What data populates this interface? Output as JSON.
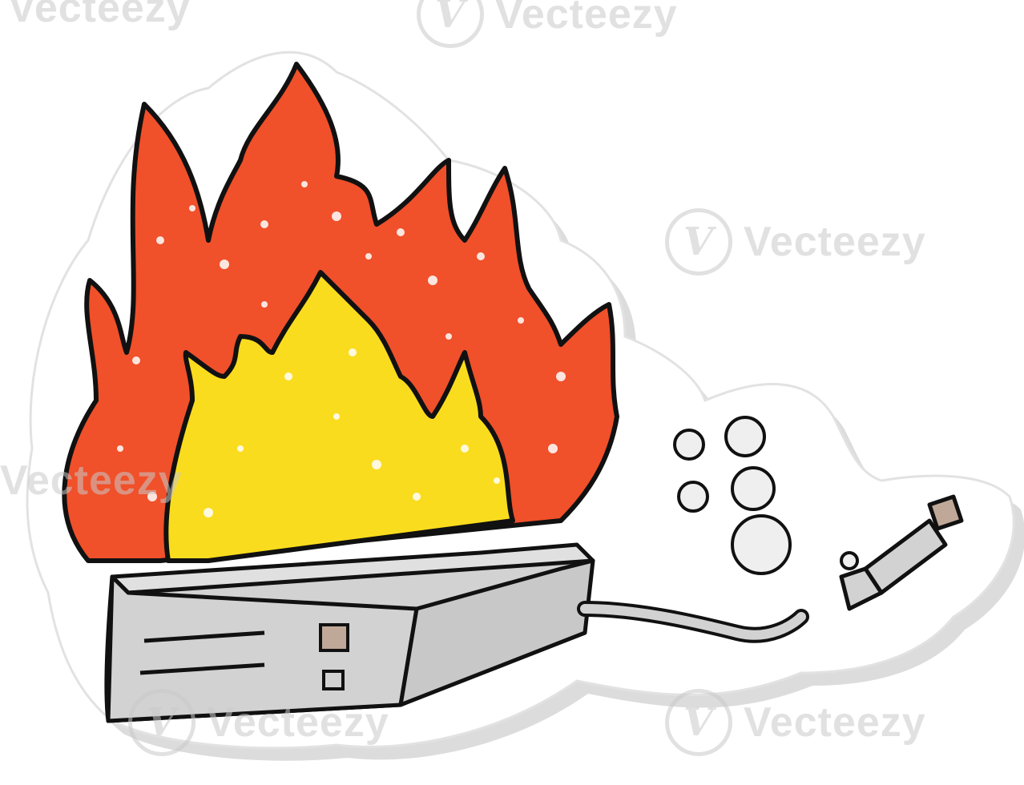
{
  "image": {
    "subject": "sticker-burning-hard-drive",
    "colors": {
      "outer_flame": "#f0502a",
      "inner_flame": "#fadc1e",
      "drive_body": "#d2d2d2",
      "drive_button": "#c0a898",
      "outline": "#111111",
      "sticker_shadow": "#dcdcdc",
      "sticker_base": "#ffffff"
    }
  },
  "watermark": {
    "brand": "Vecteezy",
    "brand_partial_left": "Vecteezy",
    "brand_partial_right": "Vecteezy",
    "logo_glyph": "V"
  }
}
